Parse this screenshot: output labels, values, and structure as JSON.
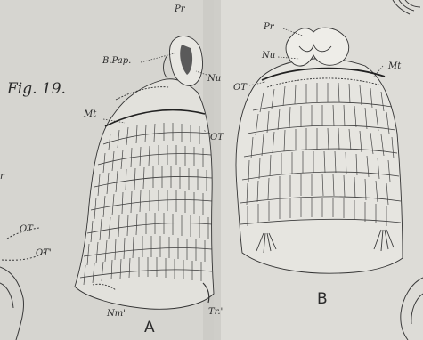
{
  "figure": {
    "title": "Fig. 19.",
    "panel_a": "A",
    "panel_b": "B"
  },
  "labels": {
    "pr_a": "Pr",
    "b_pap": "B.Pap.",
    "nu_a": "Nu",
    "mt_a": "Mt",
    "ot_a": "OT",
    "nm": "Nm'",
    "tr": "Tr.'",
    "pr_b": "Pr",
    "nu_b": "Nu",
    "mt_b": "Mt",
    "ot_b": "OT",
    "left_r": "r",
    "left_ot": "OT",
    "left_ot2": "OT'"
  }
}
